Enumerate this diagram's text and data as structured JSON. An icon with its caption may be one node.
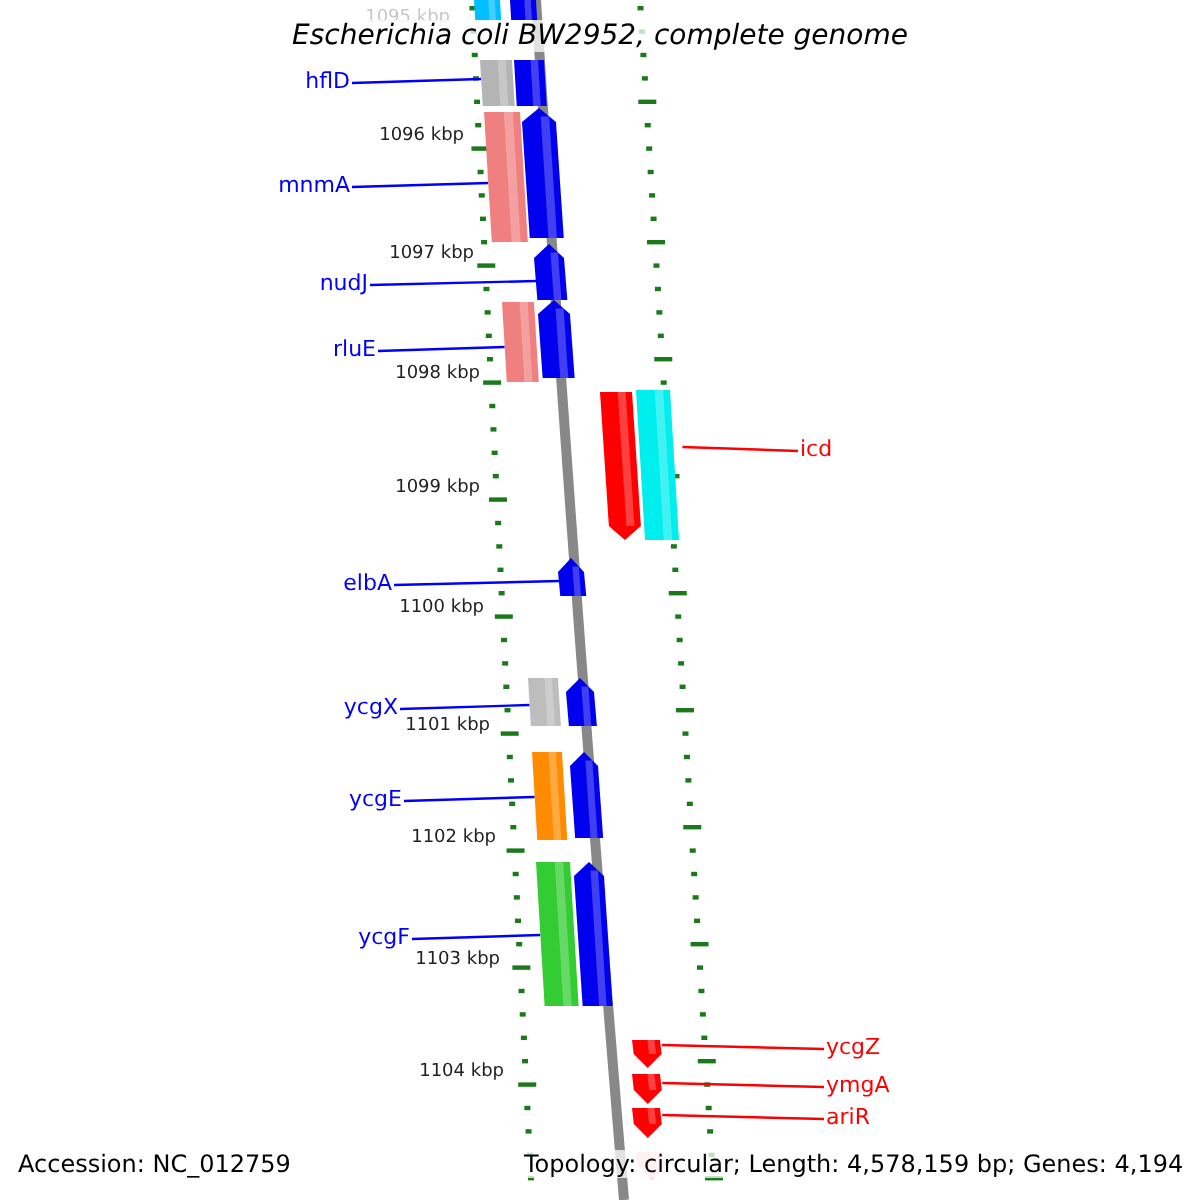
{
  "diagram": {
    "title": "Escherichia coli BW2952, complete genome",
    "nodes": [
      {
        "text": [
          "hflD"
        ]
      },
      {
        "text": [
          "mnmA"
        ]
      },
      {
        "text": [
          "nudJ"
        ]
      },
      {
        "text": [
          "rluE"
        ]
      },
      {
        "text": [
          "icd"
        ]
      },
      {
        "text": [
          "elbA"
        ]
      },
      {
        "text": [
          "ycgX"
        ]
      },
      {
        "text": [
          "ycgE"
        ]
      },
      {
        "text": [
          "ycgF"
        ]
      },
      {
        "text": [
          "ycgZ"
        ]
      },
      {
        "text": [
          "ymgA"
        ]
      },
      {
        "text": [
          "ariR"
        ]
      },
      {
        "text": [],
        "shape": "box"
      },
      {
        "text": [],
        "shape": "box"
      },
      {
        "text": [],
        "shape": "box"
      },
      {
        "text": [],
        "shape": "box"
      },
      {
        "text": [],
        "shape": "box"
      },
      {
        "text": [],
        "shape": "pentagon"
      },
      {
        "text": [],
        "shape": "pentagon"
      },
      {
        "text": [],
        "shape": "box"
      },
      {
        "text": [],
        "shape": "pentagon"
      },
      {
        "text": [],
        "shape": "pentagon"
      },
      {
        "text": [],
        "shape": "box"
      },
      {
        "text": [],
        "shape": "pentagon"
      },
      {
        "text": [],
        "shape": "box"
      },
      {
        "text": [],
        "shape": "pentagon"
      },
      {
        "text": [],
        "shape": "box"
      },
      {
        "text": [],
        "shape": "pentagon"
      },
      {
        "text": [],
        "shape": "box"
      },
      {
        "text": [],
        "shape": "pentagon"
      },
      {
        "text": [],
        "shape": "pentagon"
      },
      {
        "text": [],
        "shape": "pentagon"
      },
      {
        "text": [],
        "shape": "pentagon"
      },
      {
        "text": [],
        "shape": "pentagon"
      }
    ],
    "edges": [
      {
        "from": 0,
        "to": 14,
        "arrow": "none"
      },
      {
        "from": 1,
        "to": 16,
        "arrow": "none"
      },
      {
        "from": 2,
        "to": 18,
        "arrow": "none"
      },
      {
        "from": 3,
        "to": 19,
        "arrow": "none"
      },
      {
        "from": 4,
        "to": 22,
        "arrow": "none",
        "color": "#ff0000"
      },
      {
        "from": 5,
        "to": 23,
        "arrow": "none"
      },
      {
        "from": 6,
        "to": 24,
        "arrow": "none"
      },
      {
        "from": 7,
        "to": 26,
        "arrow": "none"
      },
      {
        "from": 8,
        "to": 28,
        "arrow": "none"
      },
      {
        "from": 9,
        "to": 30,
        "arrow": "none",
        "color": "#ff0000"
      },
      {
        "from": 10,
        "to": 31,
        "arrow": "none",
        "color": "#ff0000"
      },
      {
        "from": 11,
        "to": 32,
        "arrow": "none",
        "color": "#ff0000"
      }
    ],
    "labels": [
      "1095 kbp",
      "1096 kbp",
      "1097 kbp",
      "1098 kbp",
      "1099 kbp",
      "1100 kbp",
      "1101 kbp",
      "1102 kbp",
      "1103 kbp",
      "1104 kbp",
      "Accession: NC_012759",
      "Topology: circular; Length: 4,578,159 bp; Genes: 4,194"
    ]
  }
}
